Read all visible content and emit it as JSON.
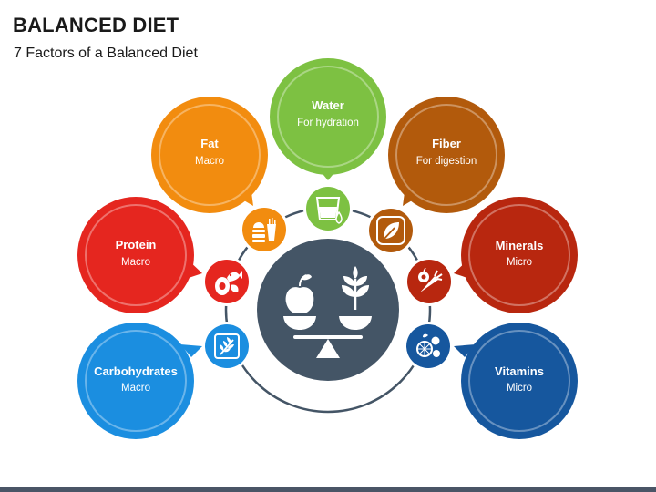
{
  "header": {
    "title": "BALANCED DIET",
    "subtitle": "7 Factors of a Balanced Diet"
  },
  "factors": [
    {
      "name": "Water",
      "category": "For hydration",
      "color": "#7dc142",
      "icon": "water-glass-icon"
    },
    {
      "name": "Fat",
      "category": "Macro",
      "color": "#f28c0f",
      "icon": "fast-food-icon"
    },
    {
      "name": "Fiber",
      "category": "For digestion",
      "color": "#b25a0c",
      "icon": "leaf-icon"
    },
    {
      "name": "Protein",
      "category": "Macro",
      "color": "#e5261f",
      "icon": "meat-fish-icon"
    },
    {
      "name": "Minerals",
      "category": "Micro",
      "color": "#b8270f",
      "icon": "vegetables-icon"
    },
    {
      "name": "Carbohydrates",
      "category": "Macro",
      "color": "#1b8ee0",
      "icon": "wheat-icon"
    },
    {
      "name": "Vitamins",
      "category": "Micro",
      "color": "#16579e",
      "icon": "fruits-icon"
    }
  ],
  "center": {
    "icon": "balance-scale-icon",
    "color": "#445566"
  }
}
